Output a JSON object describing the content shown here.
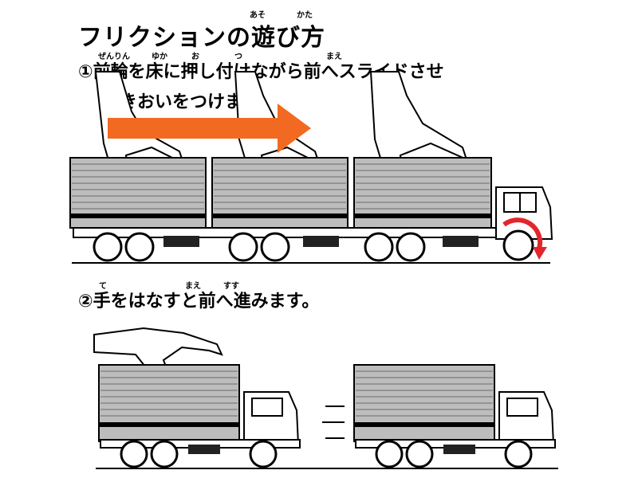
{
  "title": "フリクションの遊び方",
  "ruby": {
    "title": [
      "あそ",
      "かた"
    ],
    "step1": [
      "ぜんりん",
      "ゆか",
      "お",
      "つ",
      "まえ"
    ],
    "step2": [
      "て",
      "まえ",
      "すす"
    ]
  },
  "steps": [
    {
      "line1": "①前輪を床に押し付けながら前へスライドさせ",
      "line2": "いきおいをつけます。"
    },
    {
      "line1": "②手をはなすと前へ進みます。"
    }
  ],
  "colors": {
    "arrow": "#f26a21",
    "wheel_arrow": "#e3262b",
    "ink": "#000000",
    "panel": "#b8b8b8"
  }
}
